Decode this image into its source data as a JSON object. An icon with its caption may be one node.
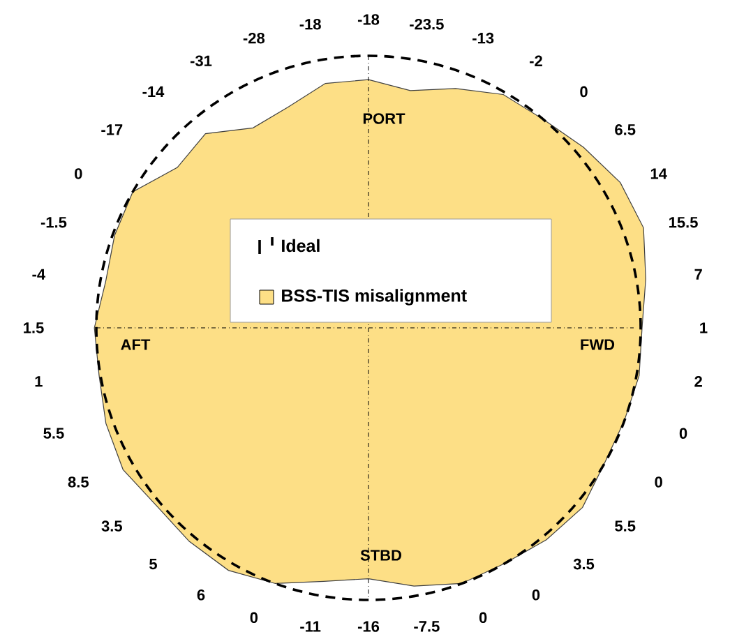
{
  "diagram": {
    "labels": [
      "-18",
      "-23.5",
      "-13",
      "-2",
      "0",
      "6.5",
      "14",
      "15.5",
      "7",
      "1",
      "2",
      "0",
      "0",
      "5.5",
      "3.5",
      "0",
      "0",
      "-7.5",
      "-16",
      "-11",
      "0",
      "6",
      "5",
      "3.5",
      "8.5",
      "5.5",
      "1",
      "1.5",
      "-4",
      "-1.5",
      "0",
      "-17",
      "-14",
      "-31",
      "-28",
      "-18",
      "PORT",
      "AFT",
      "FWD",
      "STBD"
    ],
    "legend": [
      {
        "text": "Ideal"
      },
      {
        "text": "BSS-TIS misalignment",
        "color": "#fddf86"
      }
    ]
  }
}
